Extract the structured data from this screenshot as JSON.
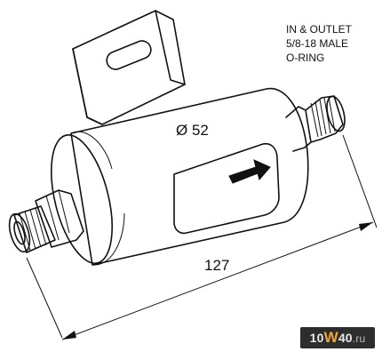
{
  "spec": {
    "line1": "IN & OUTLET",
    "line2": "5/8-18 MALE",
    "line3": "O-RING"
  },
  "diameter_label": "Ø 52",
  "length_label": "127",
  "watermark": {
    "a": "10",
    "b": "W",
    "c": "40",
    "d": ".ru"
  },
  "colors": {
    "ink": "#111111",
    "watermark_bg": "#2d2d2d",
    "watermark_accent": "#f2a43a"
  },
  "icons": [
    "flow-direction-arrow-icon"
  ]
}
